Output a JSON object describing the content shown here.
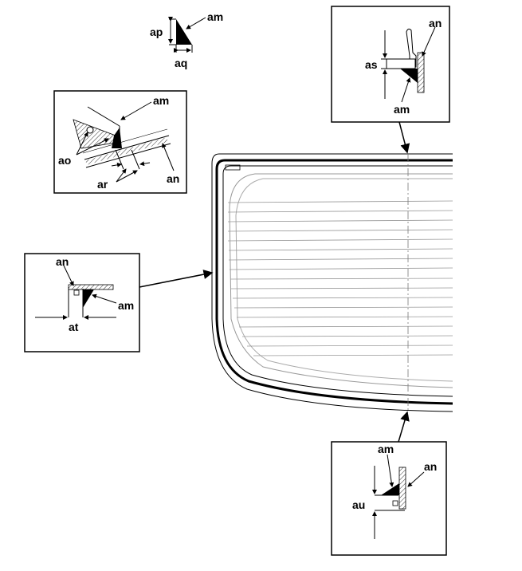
{
  "labels": {
    "am": "am",
    "an": "an",
    "ao": "ao",
    "ap": "ap",
    "aq": "aq",
    "ar": "ar",
    "as": "as",
    "at": "at",
    "au": "au"
  },
  "colors": {
    "line": "#000000",
    "glass_lines": "#888888",
    "background": "#ffffff"
  }
}
